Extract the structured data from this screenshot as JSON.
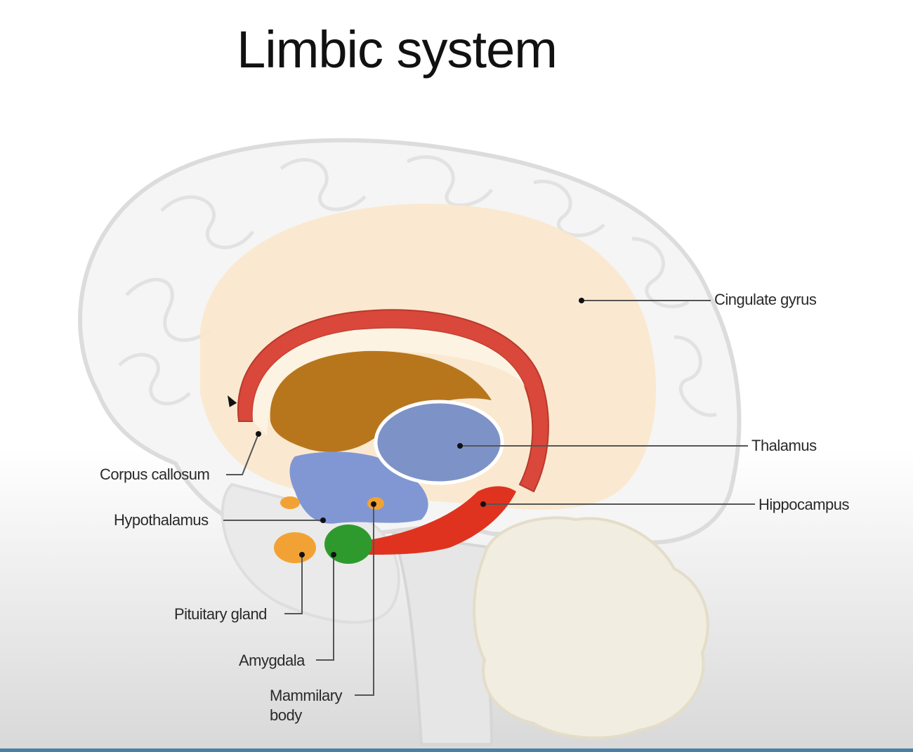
{
  "title": "Limbic system",
  "labels": {
    "cingulate_gyrus": "Cingulate gyrus",
    "thalamus": "Thalamus",
    "hippocampus": "Hippocampus",
    "corpus_callosum": "Corpus callosum",
    "hypothalamus": "Hypothalamus",
    "pituitary_gland": "Pituitary gland",
    "amygdala": "Amygdala",
    "mammilary_body_line1": "Mammilary",
    "mammilary_body_line2": "body"
  },
  "colors": {
    "cingulate_gyrus": "#fbe8cc",
    "corpus_callosum": "#d9483a",
    "fornix": "#b8761c",
    "thalamus": "#7d92c7",
    "hippocampus": "#e0331f",
    "hypothalamus": "#8197d4",
    "pituitary_gland": "#f2a234",
    "amygdala": "#2e9a2e",
    "brain_outline": "#d9d9d9"
  }
}
